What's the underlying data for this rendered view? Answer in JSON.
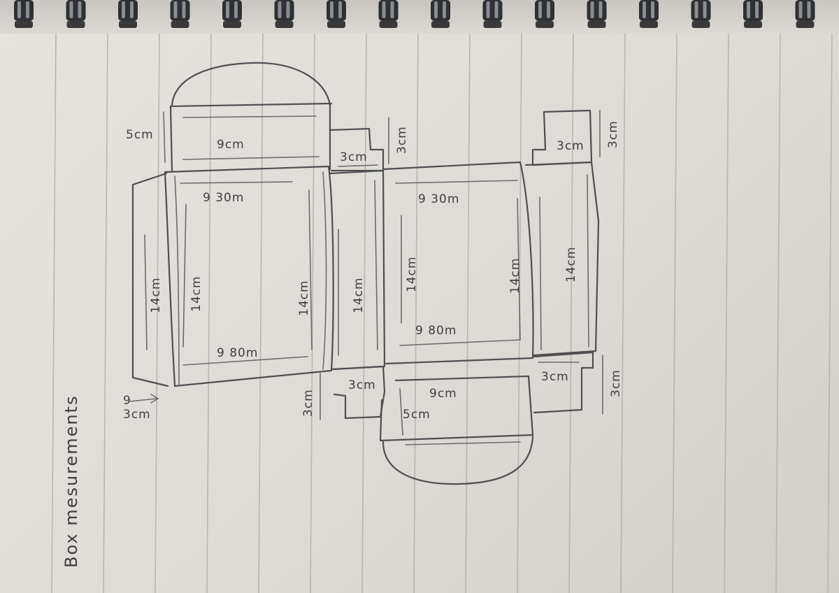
{
  "title": "Box mesurements",
  "labels": {
    "top_flap_height": "5cm",
    "top_flap_width": "9cm",
    "tab_width_top": "3cm",
    "tab_height_top": "3cm",
    "right_tab_width": "3cm",
    "right_tab_height": "3cm",
    "panel1_width_top": "9 30m",
    "panel1_height_left": "14cm",
    "panel1_height_right": "14cm",
    "panel1_width_bottom": "9 80m",
    "side_left_height": "14cm",
    "side_mid_height": "14cm",
    "panel2_width_top": "9 30m",
    "panel2_height_left": "14cm",
    "panel2_height_right": "14cm",
    "panel2_width_bottom": "9 80m",
    "side_right_height": "14cm",
    "left_glue_tab": "9\n3cm",
    "bottom_mid_tab_height": "3cm",
    "bottom_mid_tab_width": "3cm",
    "bottom_flap_width": "9cm",
    "bottom_flap_height": "5cm",
    "bottom_right_tab_width": "3cm",
    "bottom_right_tab_height": "3cm"
  }
}
